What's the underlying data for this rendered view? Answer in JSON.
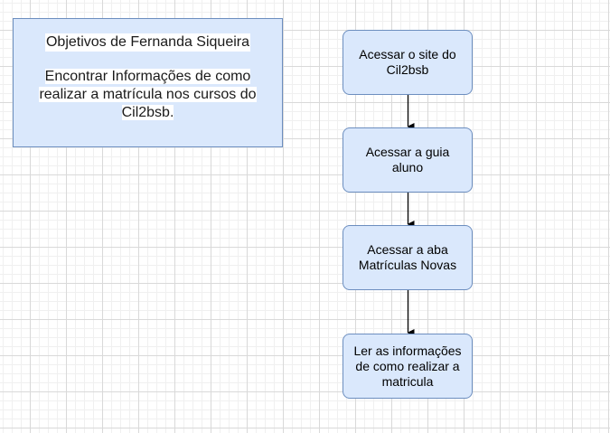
{
  "objective": {
    "title": "Objetivos de Fernanda Siqueira",
    "text": "Encontrar Informações de como realizar a matrícula nos cursos do Cil2bsb."
  },
  "steps": [
    {
      "label": "Acessar o site do Cil2bsb"
    },
    {
      "label": "Acessar a guia aluno"
    },
    {
      "label": "Acessar a aba Matrículas Novas"
    },
    {
      "label": "Ler as informações de como realizar a matricula"
    }
  ],
  "colors": {
    "box_fill": "#dae8fc",
    "box_stroke": "#6c8ebf",
    "arrow": "#000000",
    "grid": "#d9d9d9"
  }
}
